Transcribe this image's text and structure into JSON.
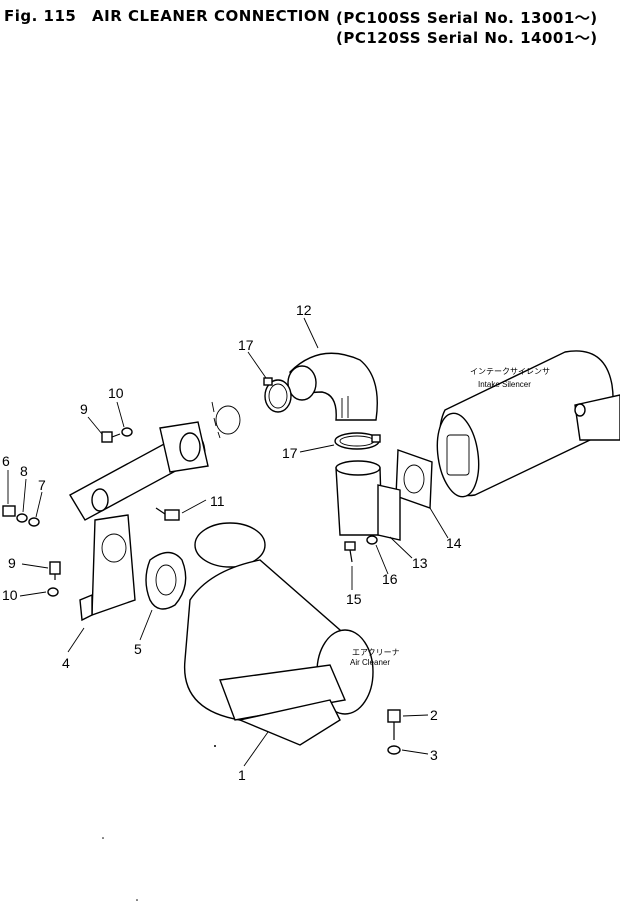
{
  "header": {
    "fig_number": "Fig. 115",
    "title": "AIR CLEANER CONNECTION",
    "serial_line_1": "(PC100SS Serial No. 13001～)",
    "serial_line_2": "(PC120SS Serial No. 14001～)"
  },
  "annotations": {
    "intake_silencer_jp": "インテークサイレンサ",
    "intake_silencer_en": "Intake Silencer",
    "air_cleaner_jp": "エアクリーナ",
    "air_cleaner_en": "Air Cleaner"
  },
  "callouts": [
    {
      "id": "c1",
      "label": "1"
    },
    {
      "id": "c2",
      "label": "2"
    },
    {
      "id": "c3",
      "label": "3"
    },
    {
      "id": "c4",
      "label": "4"
    },
    {
      "id": "c5",
      "label": "5"
    },
    {
      "id": "c6",
      "label": "6"
    },
    {
      "id": "c7",
      "label": "7"
    },
    {
      "id": "c8",
      "label": "8"
    },
    {
      "id": "c9a",
      "label": "9"
    },
    {
      "id": "c9b",
      "label": "9"
    },
    {
      "id": "c10a",
      "label": "10"
    },
    {
      "id": "c10b",
      "label": "10"
    },
    {
      "id": "c11",
      "label": "11"
    },
    {
      "id": "c12",
      "label": "12"
    },
    {
      "id": "c13",
      "label": "13"
    },
    {
      "id": "c14",
      "label": "14"
    },
    {
      "id": "c15",
      "label": "15"
    },
    {
      "id": "c16",
      "label": "16"
    },
    {
      "id": "c17a",
      "label": "17"
    },
    {
      "id": "c17b",
      "label": "17"
    }
  ]
}
